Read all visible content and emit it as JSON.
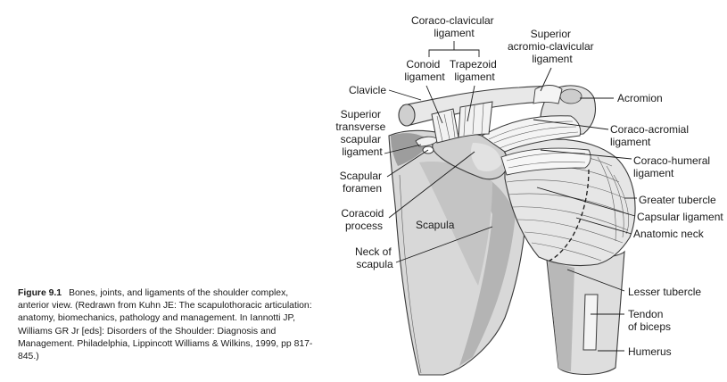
{
  "labels": {
    "coraco_clavicular": [
      "Coraco-clavicular",
      "ligament"
    ],
    "conoid": [
      "Conoid",
      "ligament"
    ],
    "trapezoid": [
      "Trapezoid",
      "ligament"
    ],
    "superior_acromio_clavicular": [
      "Superior",
      "acromio-clavicular",
      "ligament"
    ],
    "clavicle": [
      "Clavicle"
    ],
    "acromion": [
      "Acromion"
    ],
    "superior_transverse_scapular": [
      "Superior",
      "transverse",
      "scapular",
      "ligament"
    ],
    "coraco_acromial": [
      "Coraco-acromial",
      "ligament"
    ],
    "coraco_humeral": [
      "Coraco-humeral",
      "ligament"
    ],
    "scapular_foramen": [
      "Scapular",
      "foramen"
    ],
    "greater_tubercle": [
      "Greater tubercle"
    ],
    "capsular_ligament": [
      "Capsular ligament"
    ],
    "coracoid_process": [
      "Coracoid",
      "process"
    ],
    "scapula": [
      "Scapula"
    ],
    "anatomic_neck": [
      "Anatomic neck"
    ],
    "neck_of_scapula": [
      "Neck of",
      "scapula"
    ],
    "lesser_tubercle": [
      "Lesser tubercle"
    ],
    "tendon_of_biceps": [
      "Tendon",
      "of biceps"
    ],
    "humerus": [
      "Humerus"
    ]
  },
  "caption": {
    "figure_number": "Figure 9.1",
    "text": "Bones, joints, and ligaments of the shoulder complex, anterior view. (Redrawn from Kuhn JE: The scapulothoracic articulation: anatomy, biomechanics, pathology and management. In Iannotti JP, Williams GR Jr [eds]: Disorders of the Shoulder: Diagnosis and Management. Philadelphia, Lippincott Williams & Wilkins, 1999, pp 817-845.)"
  },
  "colors": {
    "bone_light": "#ececec",
    "bone_mid": "#d2d2d2",
    "bone_dark": "#a9a9a9",
    "ligament": "#f4f4f4",
    "outline": "#3a3a3a"
  }
}
